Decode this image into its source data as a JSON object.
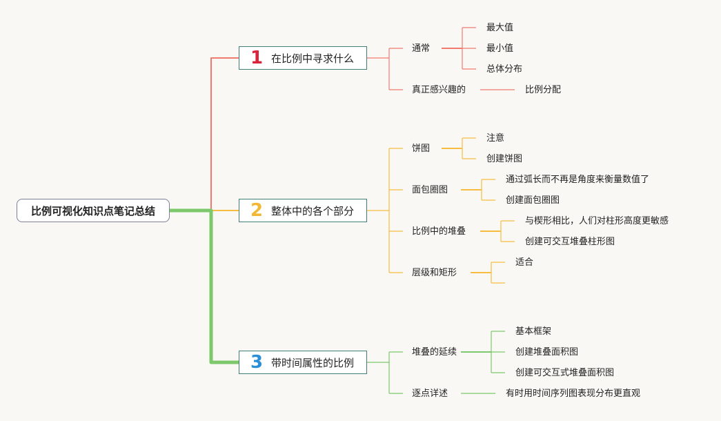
{
  "root": {
    "label": "比例可视化知识点笔记总结"
  },
  "colors": {
    "branch1": "#f07a6e",
    "branch2": "#f6bd41",
    "branch3": "#7cc86a",
    "num1": "#d8253c",
    "num2": "#f2b833",
    "num3": "#2a8fd6"
  },
  "topics": [
    {
      "num": "1",
      "label": "在比例中寻求什么",
      "children": [
        {
          "label": "通常",
          "children": [
            "最大值",
            "最小值",
            "总体分布"
          ]
        },
        {
          "label": "真正感兴趣的",
          "children": [
            "比例分配"
          ]
        }
      ]
    },
    {
      "num": "2",
      "label": "整体中的各个部分",
      "children": [
        {
          "label": "饼图",
          "children": [
            "注意",
            "创建饼图"
          ]
        },
        {
          "label": "面包圈图",
          "children": [
            "通过弧长而不再是角度来衡量数值了",
            "创建面包圈图"
          ]
        },
        {
          "label": "比例中的堆叠",
          "children": [
            "与楔形相比，人们对柱形高度更敏感",
            "创建可交互堆叠柱形图"
          ]
        },
        {
          "label": "层级和矩形",
          "children": [
            "适合",
            ""
          ]
        }
      ]
    },
    {
      "num": "3",
      "label": "带时间属性的比例",
      "children": [
        {
          "label": "堆叠的延续",
          "children": [
            "基本框架",
            "创建堆叠面积图",
            "创建可交互式堆叠面积图"
          ]
        },
        {
          "label": "逐点详述",
          "children": [
            "有时用时间序列图表现分布更直观"
          ]
        }
      ]
    }
  ]
}
